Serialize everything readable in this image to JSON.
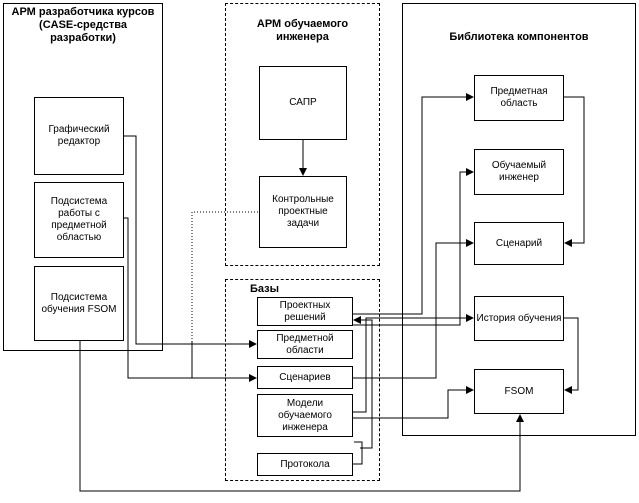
{
  "groups": {
    "developer": "АРМ разработчика курсов (CASE-средства разработки)",
    "learner": "АРМ обучаемого инженера",
    "library": "Библиотека компонентов",
    "databases": "Базы"
  },
  "developer_blocks": {
    "graphic_editor": "Графический редактор",
    "domain_subsystem": "Подсистема работы с предметной областью",
    "fsom_subsystem": "Подсистема обучения FSOM"
  },
  "learner_blocks": {
    "cad": "САПР",
    "control_tasks": "Контрольные проектные задачи"
  },
  "database_blocks": {
    "project_solutions": "Проектных решений",
    "domain": "Предметной области",
    "scenarios": "Сценариев",
    "learner_model": "Модели обучаемого инженера",
    "protocol": "Протокола"
  },
  "library_blocks": {
    "domain": "Предметная область",
    "learner": "Обучаемый инженер",
    "scenario": "Сценарий",
    "history": "История обучения",
    "fsom": "FSOM"
  }
}
